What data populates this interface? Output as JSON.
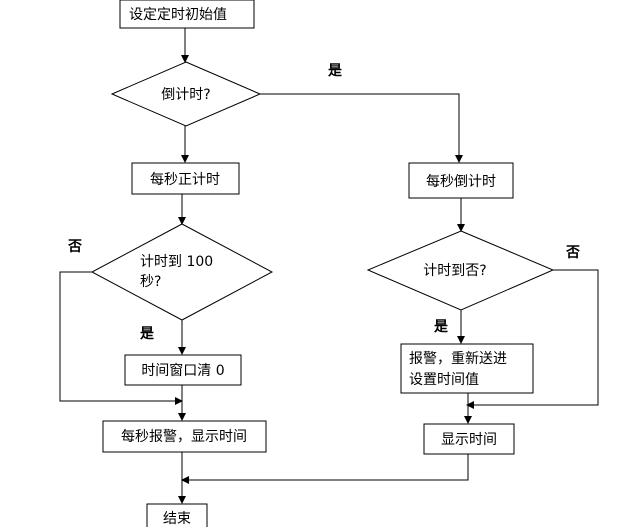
{
  "nodes": {
    "set_initial": "设定定时初始值",
    "countdown_q": "倒计时?",
    "count_up": "每秒正计时",
    "count_down": "每秒倒计时",
    "reach_100_line1": "计时到 100",
    "reach_100_line2": "秒?",
    "time_up_q": "计时到否?",
    "clear_window": "时间窗口清 0",
    "alarm_reset_line1": "报警，重新送进",
    "alarm_reset_line2": "设置时间值",
    "alarm_show_time": "每秒报警，显示时间",
    "show_time": "显示时间",
    "end": "结束"
  },
  "labels": {
    "yes_countdown": "是",
    "no_reach_100": "否",
    "yes_reach_100": "是",
    "no_time_up": "否",
    "yes_time_up": "是"
  }
}
